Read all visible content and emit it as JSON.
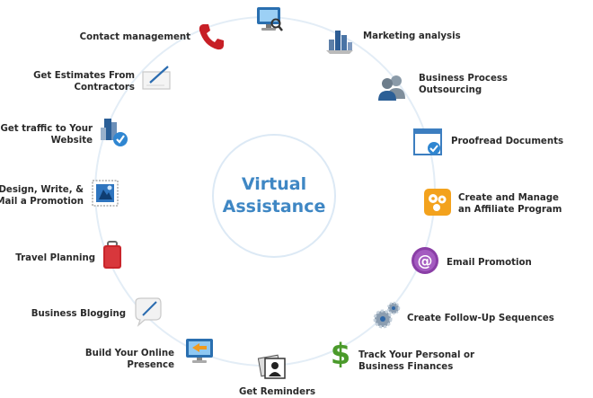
{
  "center": {
    "line1": "Virtual",
    "line2": "Assistance"
  },
  "services": [
    {
      "id": "top-monitor",
      "icon": "monitor-search-icon",
      "label1": "",
      "label2": ""
    },
    {
      "id": "marketing-analysis",
      "icon": "bar-chart-icon",
      "label1": "Marketing analysis",
      "label2": ""
    },
    {
      "id": "bpo",
      "icon": "people-icon",
      "label1": "Business Process",
      "label2": "Outsourcing"
    },
    {
      "id": "proofread",
      "icon": "document-check-icon",
      "label1": "Proofread Documents",
      "label2": ""
    },
    {
      "id": "affiliate",
      "icon": "flower-box-icon",
      "label1": "Create and Manage",
      "label2": "an Affiliate Program"
    },
    {
      "id": "email-promotion",
      "icon": "at-sign-icon",
      "label1": "Email Promotion",
      "label2": ""
    },
    {
      "id": "followup",
      "icon": "gears-icon",
      "label1": "Create Follow-Up Sequences",
      "label2": ""
    },
    {
      "id": "finances",
      "icon": "dollar-icon",
      "label1": "Track Your Personal or",
      "label2": "Business Finances"
    },
    {
      "id": "reminders",
      "icon": "photo-cards-icon",
      "label1": "Get Reminders",
      "label2": ""
    },
    {
      "id": "online-presence",
      "icon": "monitor-arrow-icon",
      "label1": "Build Your Online",
      "label2": "Presence"
    },
    {
      "id": "blogging",
      "icon": "speech-bubble-pen-icon",
      "label1": "Business Blogging",
      "label2": ""
    },
    {
      "id": "travel",
      "icon": "suitcase-icon",
      "label1": "Travel Planning",
      "label2": ""
    },
    {
      "id": "mail-promotion",
      "icon": "stamp-icon",
      "label1": "Design, Write, &",
      "label2": "Mail a Promotion"
    },
    {
      "id": "traffic",
      "icon": "server-check-icon",
      "label1": "Get traffic to Your",
      "label2": "Website"
    },
    {
      "id": "estimates",
      "icon": "envelope-pen-icon",
      "label1": "Get Estimates From",
      "label2": "Contractors"
    },
    {
      "id": "contact",
      "icon": "phone-icon",
      "label1": "Contact management",
      "label2": ""
    }
  ]
}
